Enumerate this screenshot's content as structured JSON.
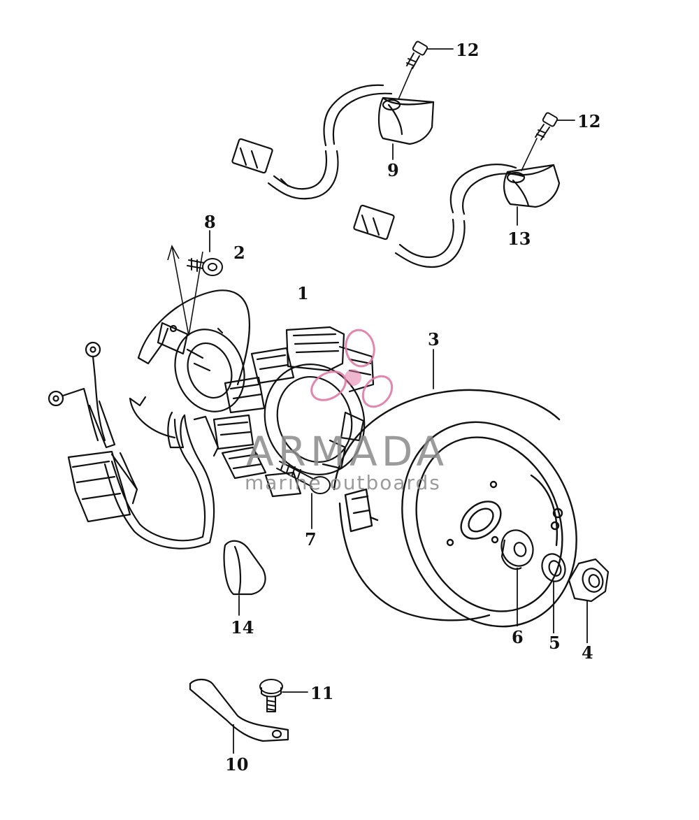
{
  "watermark": {
    "brand": "ARMADA",
    "tagline": "marine outboards",
    "logo_color": "#e07aa6",
    "text_color": "#8a8a8a"
  },
  "callouts": {
    "p1": "1",
    "p2": "2",
    "p3": "3",
    "p4": "4",
    "p5": "5",
    "p6": "6",
    "p7": "7",
    "p8": "8",
    "p9": "9",
    "p10": "10",
    "p11": "11",
    "p12a": "12",
    "p12b": "12",
    "p13": "13",
    "p14": "14"
  },
  "colors": {
    "ink": "#111111",
    "paper": "#ffffff"
  }
}
